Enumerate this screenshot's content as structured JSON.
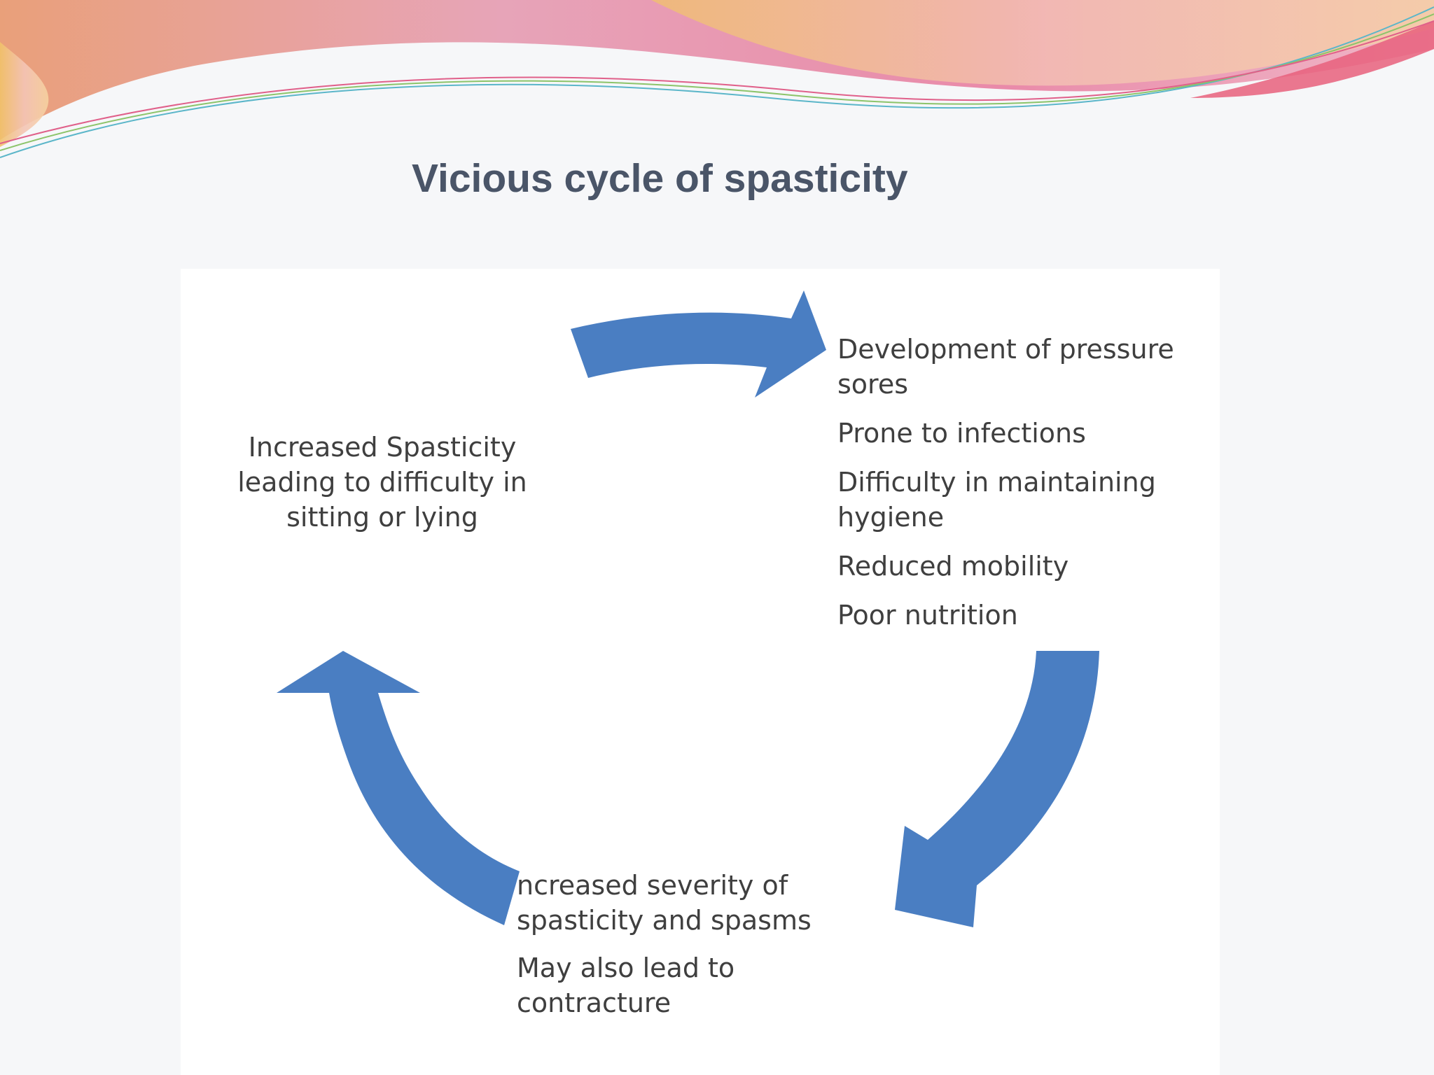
{
  "slide": {
    "title": "Vicious cycle of spasticity"
  },
  "diagram": {
    "left_node": {
      "text": "Increased Spasticity leading to difficulty  in sitting or lying"
    },
    "right_node": {
      "items": [
        "Development  of pressure sores",
        "Prone to infections",
        "Difficulty  in maintaining  hygiene",
        "Reduced mobility",
        "Poor nutrition"
      ]
    },
    "bottom_node": {
      "items": [
        "ncreased severity of spasticity and spasms",
        "May also lead to contracture"
      ]
    },
    "colors": {
      "arrow": "#4a7ec2",
      "title": "#4a5568",
      "text": "#3f3f3f"
    }
  }
}
